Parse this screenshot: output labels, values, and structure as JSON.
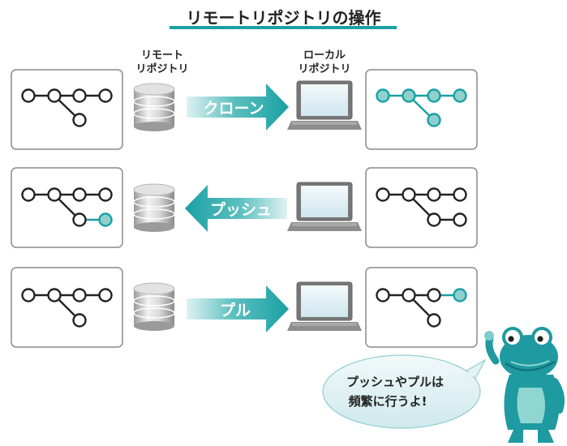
{
  "title": "リモートリポジトリの操作",
  "labels": {
    "remote_line1": "リモート",
    "remote_line2": "リポジトリ",
    "local_line1": "ローカル",
    "local_line2": "リポジトリ"
  },
  "operations": [
    {
      "name": "クローン",
      "direction": "to-local"
    },
    {
      "name": "プッシュ",
      "direction": "to-remote"
    },
    {
      "name": "プル",
      "direction": "to-local"
    }
  ],
  "speech_bubble": {
    "line1": "プッシュやプルは",
    "line2": "頻繁に行うよ!"
  },
  "colors": {
    "accent": "#1aa0a3",
    "node_highlight": "#8fd0cc",
    "frame": "#8a8a8a"
  },
  "icons": [
    "database-icon",
    "laptop-icon",
    "frog-mascot-icon"
  ]
}
